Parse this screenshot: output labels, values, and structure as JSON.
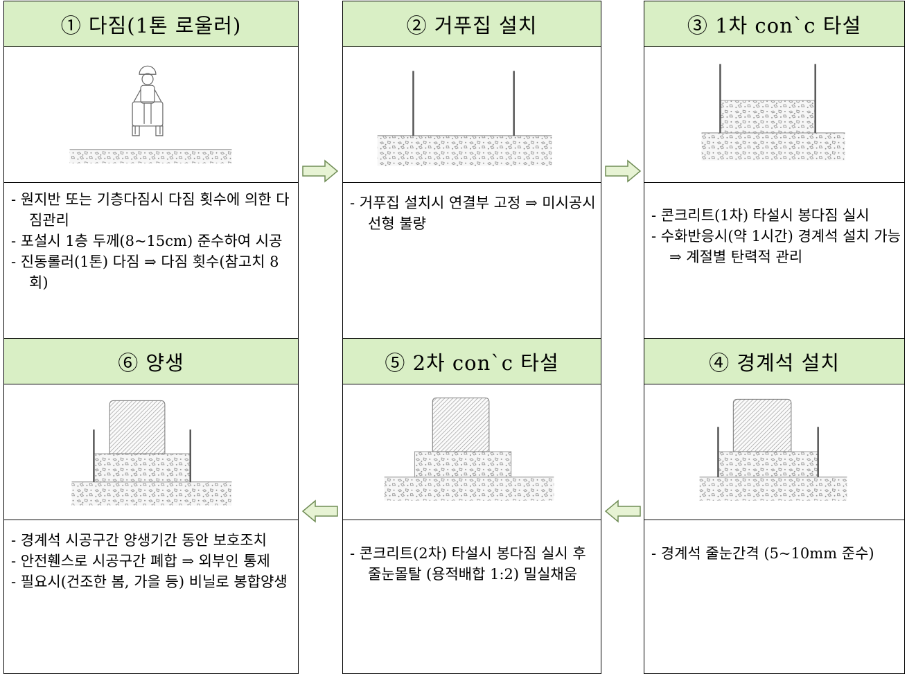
{
  "steps": [
    {
      "header": "① 다짐(1톤 로울러)",
      "notes": [
        "원지반 또는 기층다짐시 다짐 횟수에 의한 다짐관리",
        "포설시 1층 두께(8~15cm) 준수하여 시공",
        "진동롤러(1톤) 다짐 ⇒ 다짐 횟수(참고치 8회)"
      ]
    },
    {
      "header": "② 거푸집 설치",
      "notes": [
        "거푸집 설치시 연결부 고정 ⇒ 미시공시 선형 불량"
      ]
    },
    {
      "header": "③ 1차 con`c 타설",
      "notes": [
        "콘크리트(1차) 타설시 봉다짐 실시",
        "수화반응시(약 1시간) 경계석 설치 가능 ⇒ 계절별 탄력적 관리"
      ]
    },
    {
      "header": "④ 경계석 설치",
      "notes": [
        "경계석 줄눈간격 (5~10mm 준수)"
      ]
    },
    {
      "header": "⑤ 2차 con`c 타설",
      "notes": [
        "콘크리트(2차) 타설시 봉다짐 실시 후 줄눈몰탈 (용적배합 1:2) 밀실채움"
      ]
    },
    {
      "header": "⑥ 양생",
      "notes": [
        "경계석 시공구간 양생기간 동안 보호조치",
        "안전휀스로 시공구간 폐합 ⇒ 외부인 통제",
        "필요시(건조한 봄, 가을 등) 비닐로 봉합양생"
      ]
    }
  ],
  "colors": {
    "header_bg": "#d9efc5",
    "arrow_fill": "#e7f3d4",
    "arrow_stroke": "#6f8c55"
  },
  "icons": [
    "flow-arrow-right-icon",
    "flow-arrow-left-icon"
  ]
}
